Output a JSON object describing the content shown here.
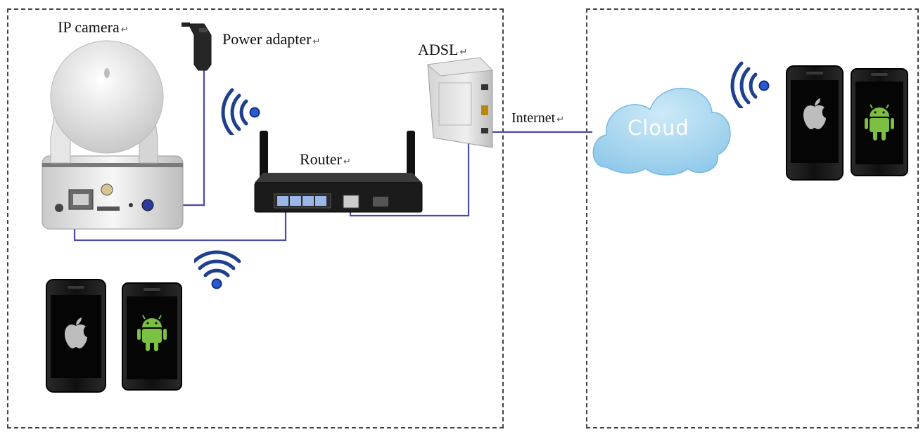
{
  "labels": {
    "ip_camera": "IP camera",
    "power_adapter": "Power adapter",
    "adsl": "ADSL",
    "router": "Router",
    "internet": "Internet",
    "cloud": "Cloud"
  },
  "colors": {
    "cable": "#4a4aa8",
    "wifi": "#1f3f8f",
    "cloud": "#9fd3ee",
    "border": "#444444"
  },
  "icons": [
    "camera-icon",
    "power-adapter-icon",
    "adsl-modem-icon",
    "router-icon",
    "cloud-icon",
    "wifi-icon",
    "apple-phone-icon",
    "android-phone-icon"
  ]
}
